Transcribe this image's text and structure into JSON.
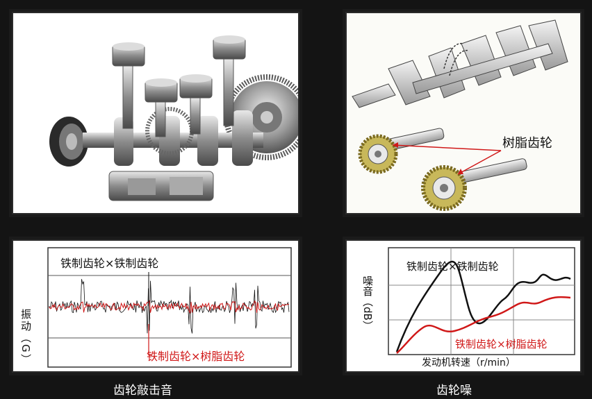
{
  "top_right": {
    "label": "树脂齿轮"
  },
  "bottom_left": {
    "y_axis_label": "振动（G）",
    "series_iron_iron": "铁制齿轮×铁制齿轮",
    "series_iron_resin": "铁制齿轮×树脂齿轮",
    "caption": "齿轮敲击音",
    "colors": {
      "iron_iron": "#111111",
      "iron_resin": "#d01818"
    }
  },
  "bottom_right": {
    "y_axis_label": "噪音（dB）",
    "x_axis_label": "发动机转速（r/min）",
    "series_iron_iron": "铁制齿轮×铁制齿轮",
    "series_iron_resin": "铁制齿轮×树脂齿轮",
    "caption": "齿轮噪",
    "colors": {
      "iron_iron": "#111111",
      "iron_resin": "#d01818"
    }
  }
}
